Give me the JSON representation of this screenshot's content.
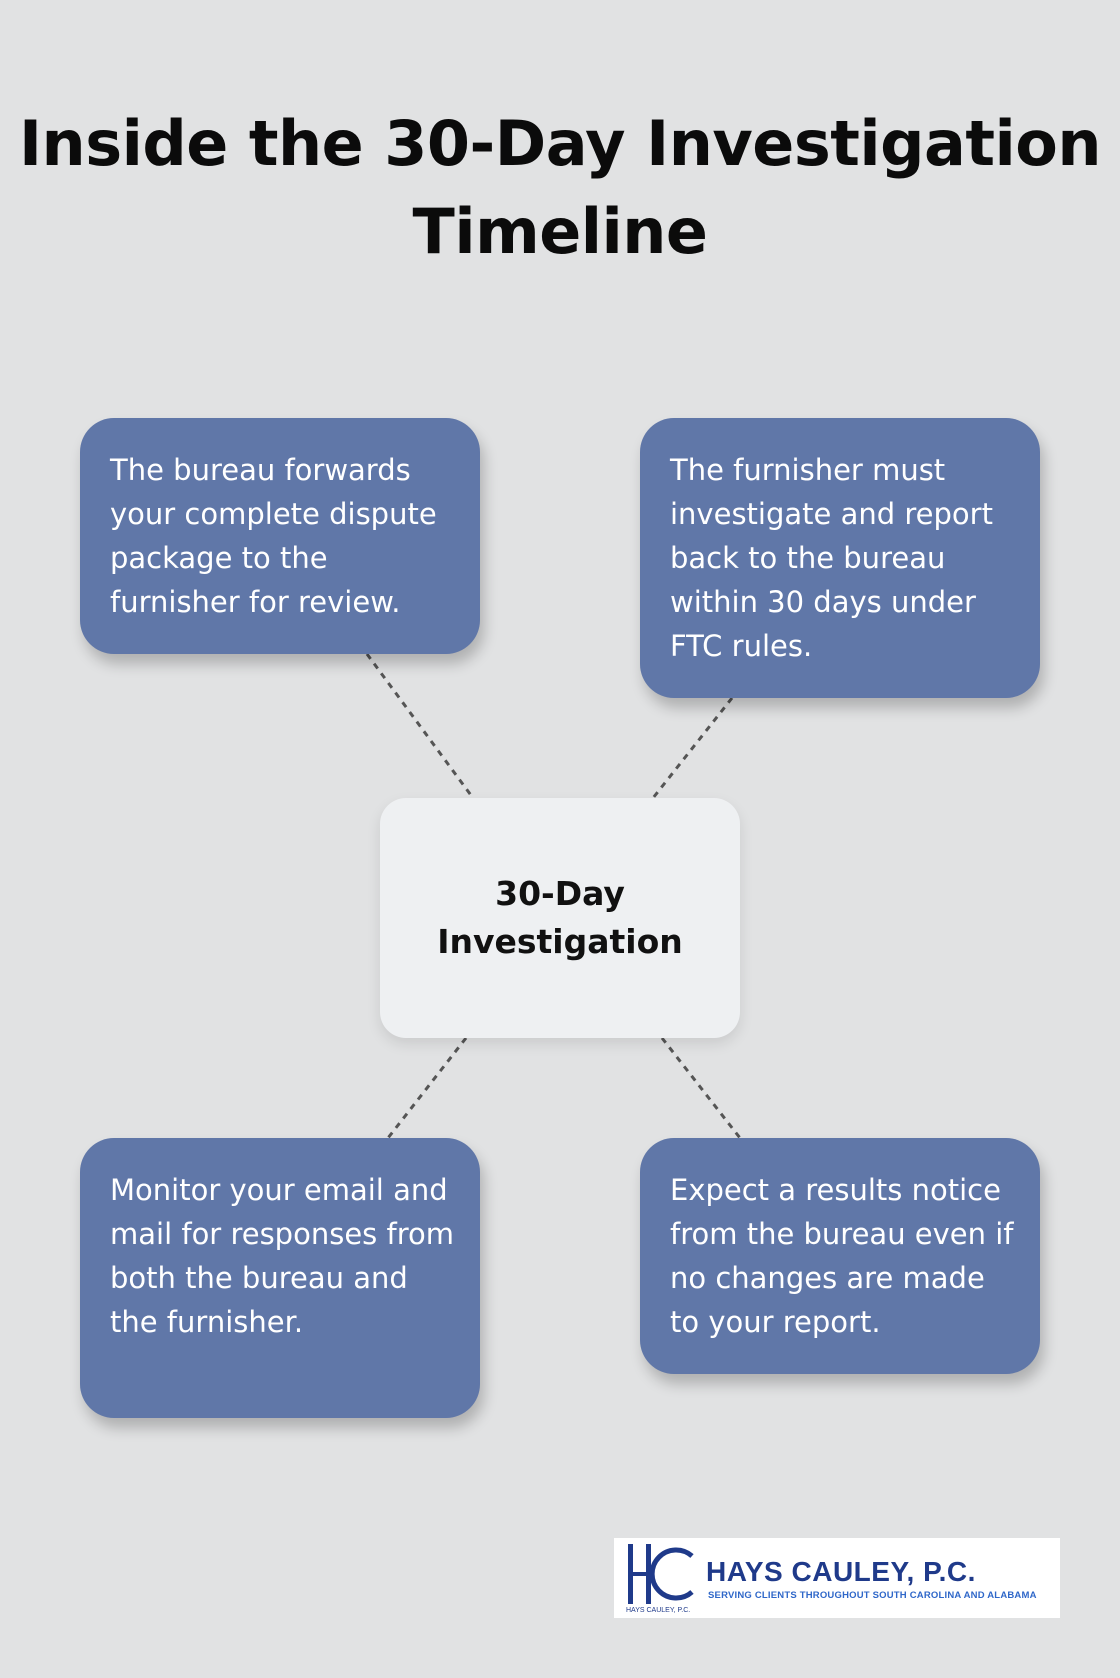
{
  "title": "Inside the 30-Day Investigation Timeline",
  "center": {
    "label": "30-Day Investigation"
  },
  "cards": {
    "top_left": "The bureau forwards your complete dispute package to the furnisher for review.",
    "top_right": "The furnisher must investigate and report back to the bureau within 30 days under FTC rules.",
    "bottom_left": "Monitor your email and mail for responses from both the bureau and the furnisher.",
    "bottom_right": "Expect a results notice from the bureau even if no changes are made to your report."
  },
  "logo": {
    "name": "HAYS CAULEY, P.C.",
    "tagline": "SERVING CLIENTS THROUGHOUT SOUTH CAROLINA AND ALABAMA",
    "small_text": "HAYS CAULEY, P.C."
  },
  "colors": {
    "background": "#e1e2e3",
    "card": "#6077a8",
    "center_box": "#eef0f2",
    "connector": "#555555",
    "logo_blue": "#1f3a8a"
  }
}
